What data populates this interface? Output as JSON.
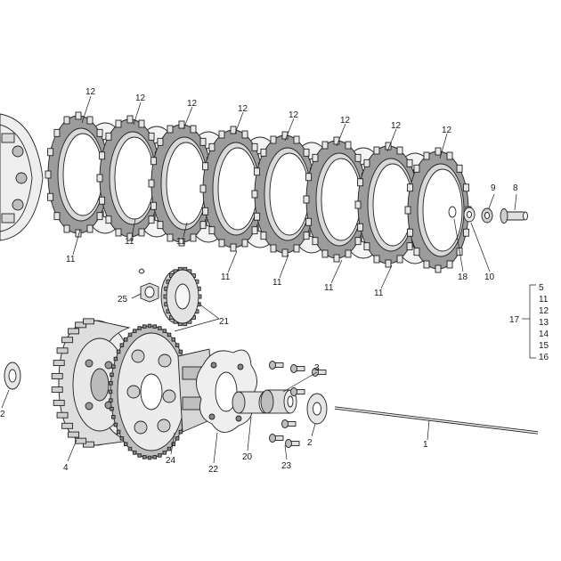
{
  "labels": {
    "p1": "1",
    "p2a": "2",
    "p2b": "2",
    "p3": "3",
    "p4": "4",
    "p8": "8",
    "p9": "9",
    "p10": "10",
    "p11a": "11",
    "p11b": "11",
    "p11c": "11",
    "p11d": "11",
    "p11e": "11",
    "p11f": "11",
    "p11g": "11",
    "p12a": "12",
    "p12b": "12",
    "p12c": "12",
    "p12d": "12",
    "p12e": "12",
    "p12f": "12",
    "p12g": "12",
    "p12h": "12",
    "p18": "18",
    "p20": "20",
    "p21": "21",
    "p22": "22",
    "p23": "23",
    "p24": "24",
    "p25": "25"
  },
  "group": {
    "label": "17",
    "items": [
      "5",
      "11",
      "12",
      "13",
      "14",
      "15",
      "16"
    ]
  },
  "colors": {
    "stroke": "#222222",
    "fill_light": "#f2f2f2",
    "fill_mid": "#cfcfcf",
    "fill_dark": "#8a8a8a"
  }
}
